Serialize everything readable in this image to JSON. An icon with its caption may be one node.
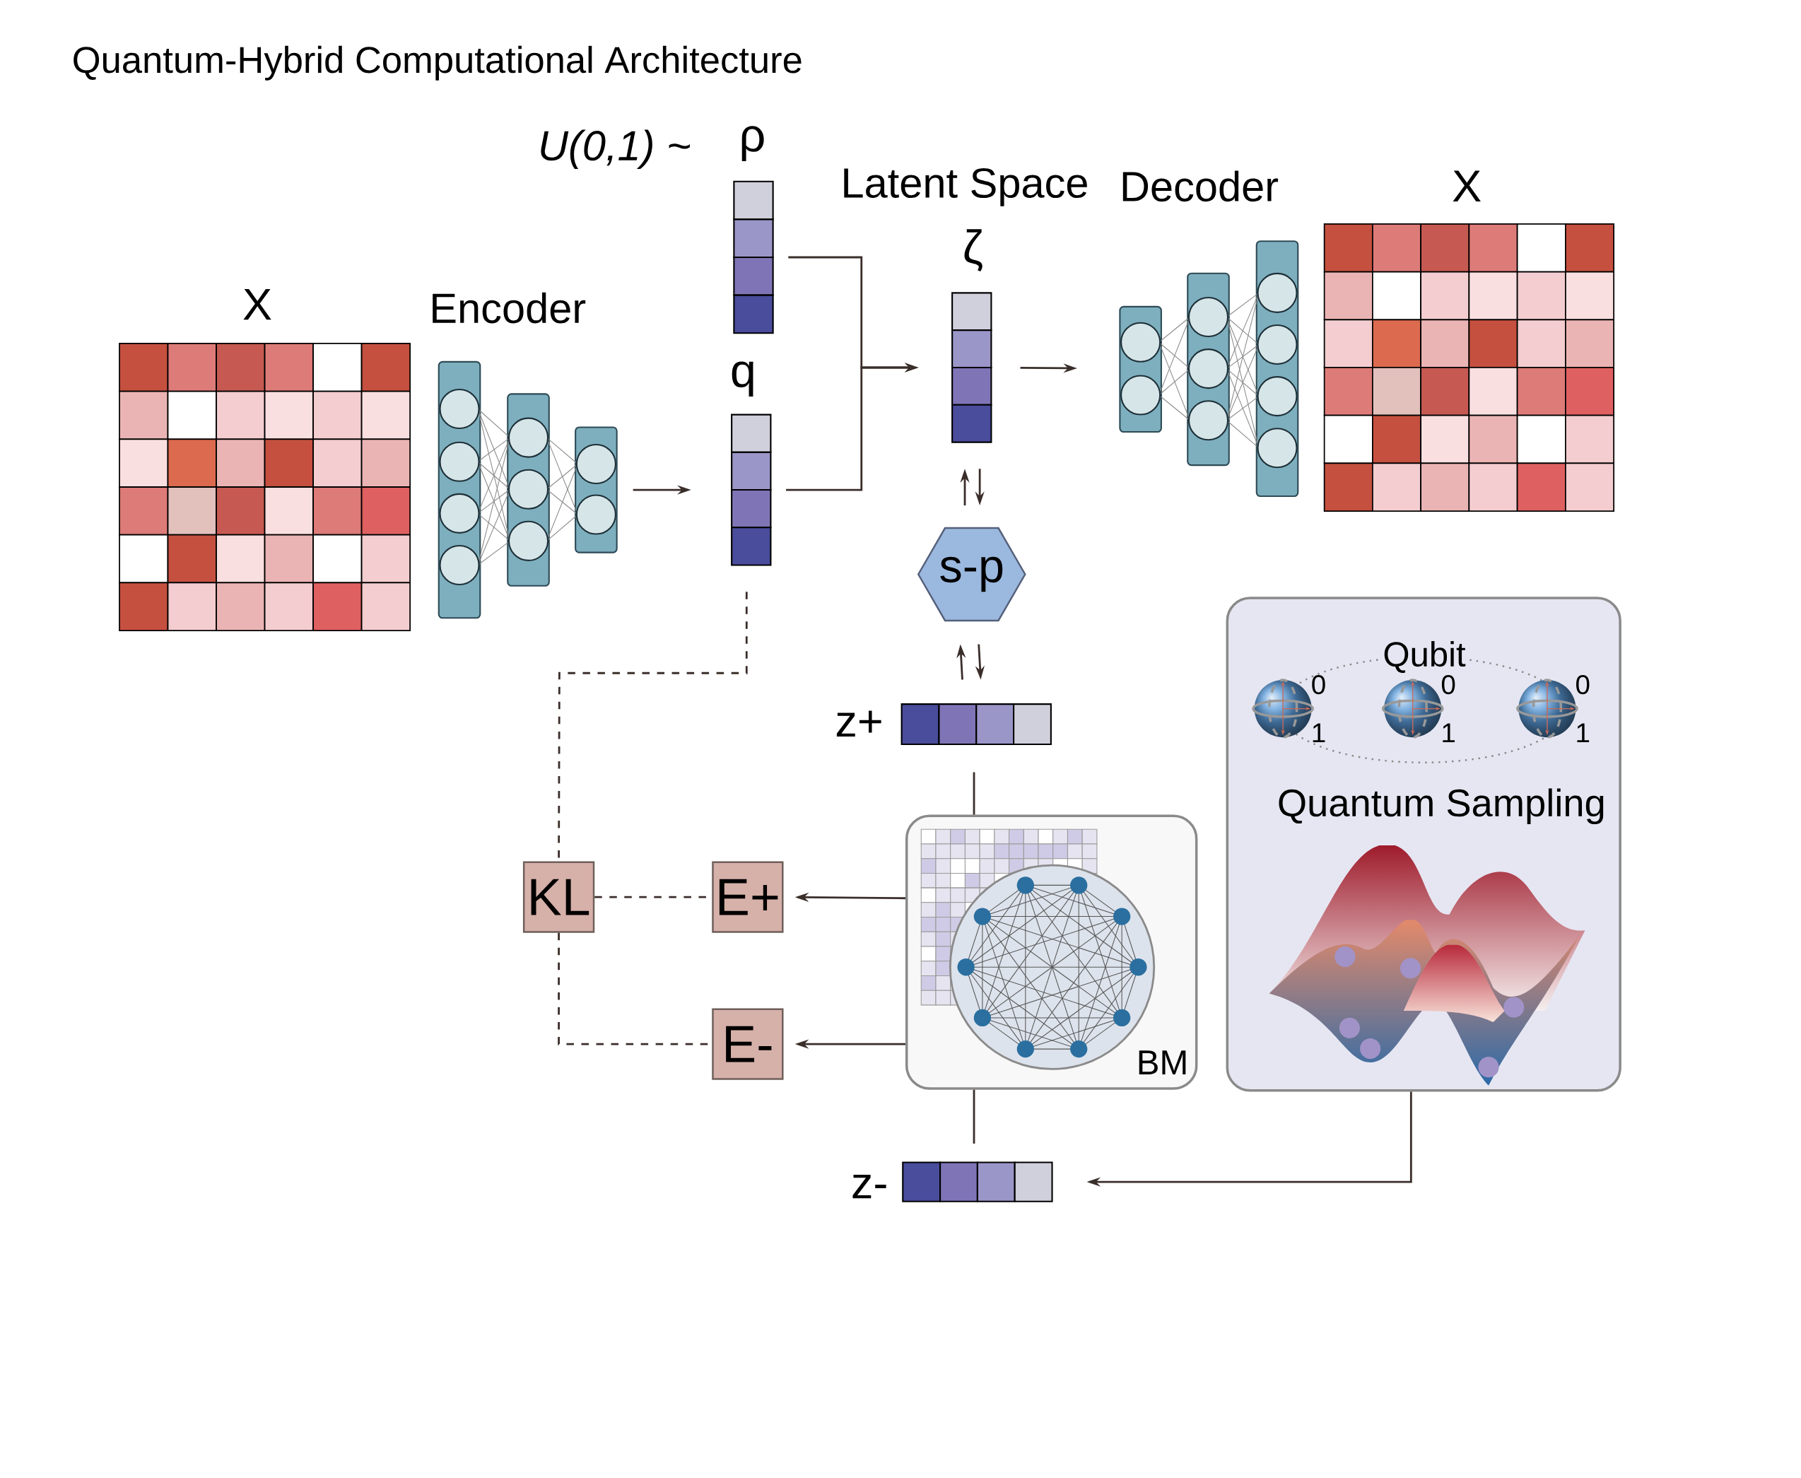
{
  "diagram": {
    "title": "Quantum-Hybrid Computational Architecture",
    "nodes": [
      {
        "text": [
          "X"
        ]
      },
      {
        "text": [
          "Encoder"
        ]
      },
      {
        "text": [
          "ρ"
        ]
      },
      {
        "text": [
          "q"
        ]
      },
      {
        "text": [
          "ζ"
        ]
      },
      {
        "text": [
          "Decoder"
        ]
      },
      {
        "text": [
          "X"
        ]
      },
      {
        "text": [
          "s-p"
        ]
      },
      {
        "text": [
          "z+"
        ]
      },
      {
        "text": [
          "BM"
        ]
      },
      {
        "text": [
          "Qubit",
          "0",
          "1",
          "0",
          "1",
          "0",
          "1",
          "Quantum Sampling"
        ]
      },
      {
        "text": [
          "KL"
        ]
      },
      {
        "text": [
          "E+"
        ]
      },
      {
        "text": [
          "E-"
        ]
      },
      {
        "text": [
          "z-"
        ]
      }
    ],
    "edges": [
      {
        "from": 1,
        "to": 3,
        "arrow": "to"
      },
      {
        "from": 2,
        "to": 4,
        "arrow": "to"
      },
      {
        "from": 3,
        "to": 4,
        "arrow": "to"
      },
      {
        "from": 4,
        "to": 5,
        "arrow": "to"
      },
      {
        "from": 7,
        "to": 4,
        "arrow": "to"
      },
      {
        "from": 4,
        "to": 7,
        "arrow": "to"
      },
      {
        "from": 8,
        "to": 7,
        "arrow": "to"
      },
      {
        "from": 7,
        "to": 8,
        "arrow": "to"
      },
      {
        "from": 8,
        "to": 9,
        "arrow": "none"
      },
      {
        "from": 9,
        "to": 12,
        "arrow": "to"
      },
      {
        "from": 14,
        "to": 9,
        "arrow": "none"
      },
      {
        "from": 9,
        "to": 13,
        "arrow": "to"
      },
      {
        "from": 10,
        "to": 14,
        "arrow": "to"
      },
      {
        "from": 3,
        "to": 11,
        "arrow": "none",
        "style": "dashed"
      },
      {
        "from": 11,
        "to": 12,
        "arrow": "none",
        "style": "dashed"
      },
      {
        "from": 11,
        "to": 13,
        "arrow": "none",
        "style": "dashed"
      }
    ],
    "labels": [
      "U(0,1) ~",
      "Latent Space"
    ]
  }
}
